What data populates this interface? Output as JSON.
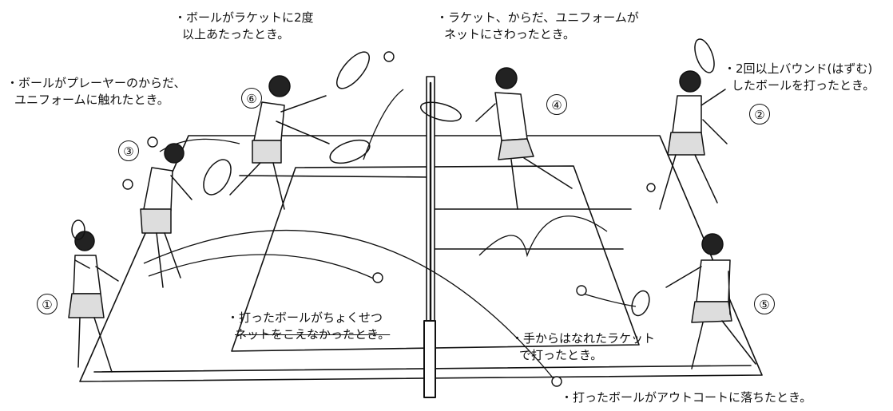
{
  "captions": {
    "racket_twice": [
      "・ボールがラケットに2度",
      "以上あたったとき。"
    ],
    "net_touch": [
      "・ラケット、からだ、ユニフォームが",
      "ネットにさわったとき。"
    ],
    "body_touch": [
      "・ボールがプレーヤーのからだ、",
      "ユニフォームに触れたとき。"
    ],
    "two_bounces": [
      "・2回以上バウンド(はずむ)",
      "したボールを打ったとき。"
    ],
    "not_over_net": [
      "・打ったボールがちょくせつ",
      "ネットをこえなかったとき。"
    ],
    "released_racket": [
      "・手からはなれたラケット",
      "で打ったとき。"
    ],
    "out_court": [
      "・打ったボールがアウトコートに落ちたとき。"
    ]
  },
  "numbers": {
    "n1": "①",
    "n2": "②",
    "n3": "③",
    "n4": "④",
    "n5": "⑤",
    "n6": "⑥"
  }
}
